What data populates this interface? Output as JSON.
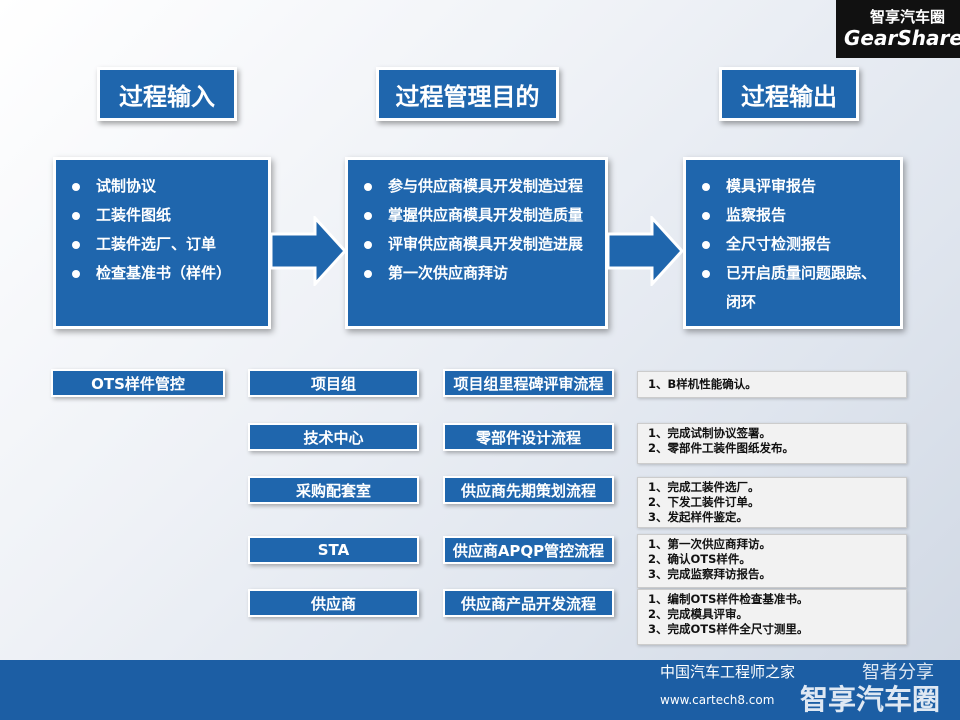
{
  "logo": {
    "line1": "智享汽车圈",
    "line2": "GearShare"
  },
  "headers": [
    "过程输入",
    "过程管理目的",
    "过程输出"
  ],
  "input_items": [
    "试制协议",
    "工装件图纸",
    "工装件选厂、订单",
    "检查基准书（样件）"
  ],
  "purpose_items": [
    "参与供应商模具开发制造过程",
    "掌握供应商模具开发制造质量",
    "评审供应商模具开发制造进展",
    "第一次供应商拜访"
  ],
  "output_items": [
    "模具评审报告",
    "监察报告",
    "全尺寸检测报告",
    "已开启质量问题跟踪、闭环"
  ],
  "ots_label": "OTS样件管控",
  "rows": [
    {
      "dept": "项目组",
      "process": "项目组里程碑评审流程",
      "notes": [
        "1、B样机性能确认。"
      ]
    },
    {
      "dept": "技术中心",
      "process": "零部件设计流程",
      "notes": [
        "1、完成试制协议签署。",
        "2、零部件工装件图纸发布。"
      ]
    },
    {
      "dept": "采购配套室",
      "process": "供应商先期策划流程",
      "notes": [
        "1、完成工装件选厂。",
        "2、下发工装件订单。",
        "3、发起样件鉴定。"
      ]
    },
    {
      "dept": "STA",
      "process": "供应商APQP管控流程",
      "notes": [
        "1、第一次供应商拜访。",
        "2、确认OTS样件。",
        "3、完成监察拜访报告。"
      ]
    },
    {
      "dept": "供应商",
      "process": "供应商产品开发流程",
      "notes": [
        "1、编制OTS样件检查基准书。",
        "2、完成模具评审。",
        "3、完成OTS样件全尺寸测里。"
      ]
    }
  ],
  "watermark": {
    "a": "智者分享",
    "b": "中国汽车工程师之家",
    "c": "www.cartech8.com",
    "d": "智享汽车圈"
  }
}
